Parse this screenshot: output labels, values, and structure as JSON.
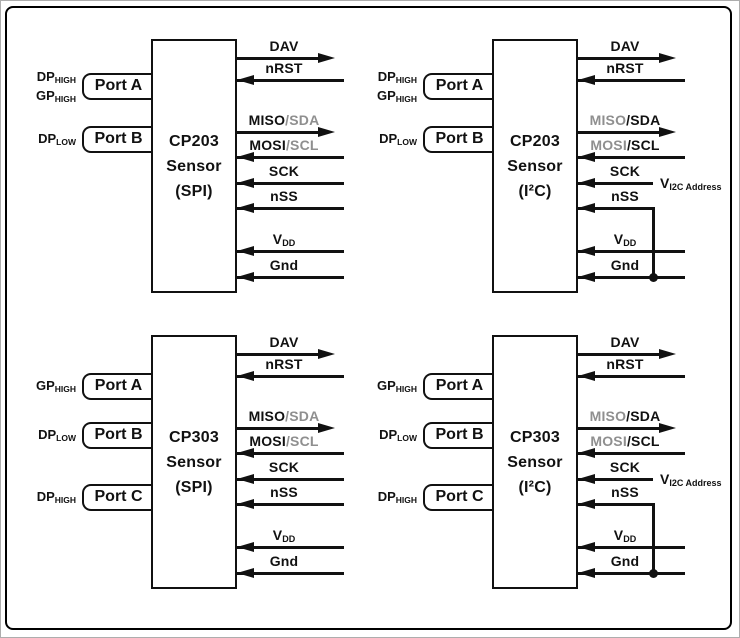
{
  "colors": {
    "line": "#111111",
    "muted": "#8f8f8f",
    "frame_border": "#000000",
    "edge_hairline": "#adadad",
    "background": "#ffffff"
  },
  "quadrants": [
    {
      "name": "cp203-spi",
      "col": 0,
      "row": 0,
      "chip_lines": [
        "CP203",
        "Sensor",
        "(SPI)"
      ],
      "ports": [
        {
          "label": "Port A",
          "slot": 0,
          "pins": [
            {
              "base": "DP",
              "sub": "HIGH"
            },
            {
              "base": "GP",
              "sub": "HIGH"
            }
          ]
        },
        {
          "label": "Port B",
          "slot": 1,
          "pins": [
            {
              "base": "DP",
              "sub": "LOW"
            }
          ]
        }
      ],
      "signals": [
        {
          "name": "DAV",
          "dir": "out",
          "parts": [
            {
              "text": "DAV"
            }
          ]
        },
        {
          "name": "nRST",
          "dir": "in",
          "parts": [
            {
              "text": "nRST"
            }
          ]
        },
        {
          "name": "MISO/SDA",
          "dir": "out",
          "parts": [
            {
              "text": "MISO"
            },
            {
              "text": "/SDA",
              "muted": true
            }
          ]
        },
        {
          "name": "MOSI/SCL",
          "dir": "in",
          "parts": [
            {
              "text": "MOSI"
            },
            {
              "text": "/SCL",
              "muted": true
            }
          ]
        },
        {
          "name": "SCK",
          "dir": "in",
          "parts": [
            {
              "text": "SCK"
            }
          ]
        },
        {
          "name": "nSS",
          "dir": "in",
          "parts": [
            {
              "text": "nSS"
            }
          ]
        },
        {
          "name": "VDD",
          "dir": "in",
          "parts": [
            {
              "text": "V"
            },
            {
              "text": "DD",
              "sub": true
            }
          ]
        },
        {
          "name": "Gnd",
          "dir": "in",
          "parts": [
            {
              "text": "Gnd"
            }
          ]
        }
      ]
    },
    {
      "name": "cp203-i2c",
      "col": 1,
      "row": 0,
      "chip_lines": [
        "CP203",
        "Sensor",
        "(I²C)"
      ],
      "ports": [
        {
          "label": "Port A",
          "slot": 0,
          "pins": [
            {
              "base": "DP",
              "sub": "HIGH"
            },
            {
              "base": "GP",
              "sub": "HIGH"
            }
          ]
        },
        {
          "label": "Port B",
          "slot": 1,
          "pins": [
            {
              "base": "DP",
              "sub": "LOW"
            }
          ]
        }
      ],
      "signals": [
        {
          "name": "DAV",
          "dir": "out",
          "parts": [
            {
              "text": "DAV"
            }
          ]
        },
        {
          "name": "nRST",
          "dir": "in",
          "parts": [
            {
              "text": "nRST"
            }
          ]
        },
        {
          "name": "MISO/SDA",
          "dir": "out",
          "parts": [
            {
              "text": "MISO",
              "muted": true
            },
            {
              "text": "/SDA"
            }
          ]
        },
        {
          "name": "MOSI/SCL",
          "dir": "in",
          "parts": [
            {
              "text": "MOSI",
              "muted": true
            },
            {
              "text": "/SCL"
            }
          ]
        },
        {
          "name": "SCK",
          "dir": "in",
          "short": true,
          "parts": [
            {
              "text": "SCK"
            }
          ],
          "tail": {
            "parts": [
              {
                "text": "V"
              },
              {
                "text": "I2C Address",
                "sub": true
              }
            ]
          }
        },
        {
          "name": "nSS",
          "dir": "in",
          "short": true,
          "tie_to_slot": 7,
          "parts": [
            {
              "text": "nSS"
            }
          ]
        },
        {
          "name": "VDD",
          "dir": "in",
          "parts": [
            {
              "text": "V"
            },
            {
              "text": "DD",
              "sub": true
            }
          ]
        },
        {
          "name": "Gnd",
          "dir": "in",
          "junction": true,
          "parts": [
            {
              "text": "Gnd"
            }
          ]
        }
      ]
    },
    {
      "name": "cp303-spi",
      "col": 0,
      "row": 1,
      "chip_lines": [
        "CP303",
        "Sensor",
        "(SPI)"
      ],
      "ports": [
        {
          "label": "Port A",
          "slot": 0,
          "pins": [
            {
              "base": "GP",
              "sub": "HIGH"
            }
          ]
        },
        {
          "label": "Port B",
          "slot": 1,
          "pins": [
            {
              "base": "DP",
              "sub": "LOW"
            }
          ]
        },
        {
          "label": "Port C",
          "slot": 2,
          "pins": [
            {
              "base": "DP",
              "sub": "HIGH"
            }
          ]
        }
      ],
      "signals": [
        {
          "name": "DAV",
          "dir": "out",
          "parts": [
            {
              "text": "DAV"
            }
          ]
        },
        {
          "name": "nRST",
          "dir": "in",
          "parts": [
            {
              "text": "nRST"
            }
          ]
        },
        {
          "name": "MISO/SDA",
          "dir": "out",
          "parts": [
            {
              "text": "MISO"
            },
            {
              "text": "/SDA",
              "muted": true
            }
          ]
        },
        {
          "name": "MOSI/SCL",
          "dir": "in",
          "parts": [
            {
              "text": "MOSI"
            },
            {
              "text": "/SCL",
              "muted": true
            }
          ]
        },
        {
          "name": "SCK",
          "dir": "in",
          "parts": [
            {
              "text": "SCK"
            }
          ]
        },
        {
          "name": "nSS",
          "dir": "in",
          "parts": [
            {
              "text": "nSS"
            }
          ]
        },
        {
          "name": "VDD",
          "dir": "in",
          "parts": [
            {
              "text": "V"
            },
            {
              "text": "DD",
              "sub": true
            }
          ]
        },
        {
          "name": "Gnd",
          "dir": "in",
          "parts": [
            {
              "text": "Gnd"
            }
          ]
        }
      ]
    },
    {
      "name": "cp303-i2c",
      "col": 1,
      "row": 1,
      "chip_lines": [
        "CP303",
        "Sensor",
        "(I²C)"
      ],
      "ports": [
        {
          "label": "Port A",
          "slot": 0,
          "pins": [
            {
              "base": "GP",
              "sub": "HIGH"
            }
          ]
        },
        {
          "label": "Port B",
          "slot": 1,
          "pins": [
            {
              "base": "DP",
              "sub": "LOW"
            }
          ]
        },
        {
          "label": "Port C",
          "slot": 2,
          "pins": [
            {
              "base": "DP",
              "sub": "HIGH"
            }
          ]
        }
      ],
      "signals": [
        {
          "name": "DAV",
          "dir": "out",
          "parts": [
            {
              "text": "DAV"
            }
          ]
        },
        {
          "name": "nRST",
          "dir": "in",
          "parts": [
            {
              "text": "nRST"
            }
          ]
        },
        {
          "name": "MISO/SDA",
          "dir": "out",
          "parts": [
            {
              "text": "MISO",
              "muted": true
            },
            {
              "text": "/SDA"
            }
          ]
        },
        {
          "name": "MOSI/SCL",
          "dir": "in",
          "parts": [
            {
              "text": "MOSI",
              "muted": true
            },
            {
              "text": "/SCL"
            }
          ]
        },
        {
          "name": "SCK",
          "dir": "in",
          "short": true,
          "parts": [
            {
              "text": "SCK"
            }
          ],
          "tail": {
            "parts": [
              {
                "text": "V"
              },
              {
                "text": "I2C Address",
                "sub": true
              }
            ]
          }
        },
        {
          "name": "nSS",
          "dir": "in",
          "short": true,
          "tie_to_slot": 7,
          "parts": [
            {
              "text": "nSS"
            }
          ]
        },
        {
          "name": "VDD",
          "dir": "in",
          "parts": [
            {
              "text": "V"
            },
            {
              "text": "DD",
              "sub": true
            }
          ]
        },
        {
          "name": "Gnd",
          "dir": "in",
          "junction": true,
          "parts": [
            {
              "text": "Gnd"
            }
          ]
        }
      ]
    }
  ]
}
